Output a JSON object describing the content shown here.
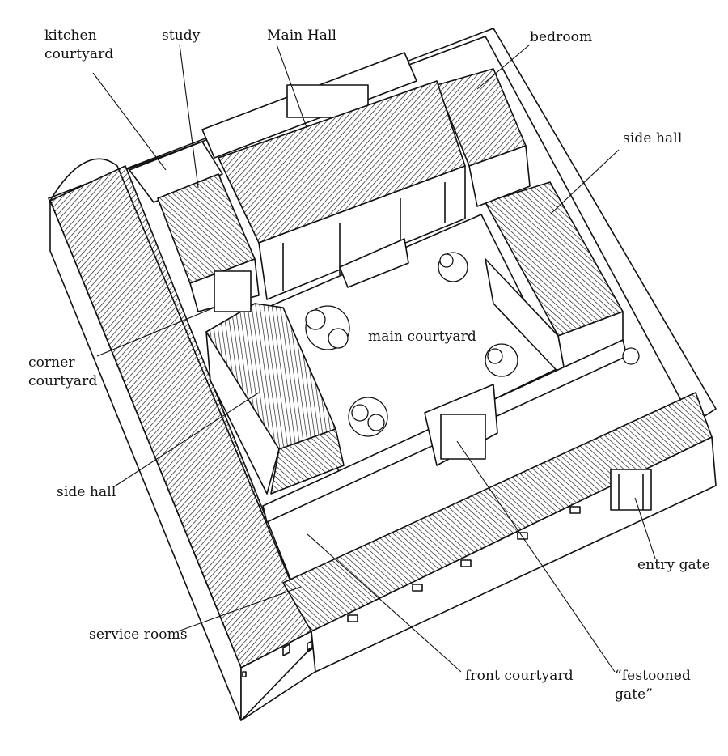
{
  "diagram": {
    "labels": {
      "kitchen_courtyard": "kitchen\ncourtyard",
      "study": "study",
      "main_hall": "Main Hall",
      "bedroom": "bedroom",
      "side_hall_right": "side hall",
      "corner_courtyard": "corner\ncourtyard",
      "main_courtyard": "main courtyard",
      "side_hall_left": "side hall",
      "entry_gate": "entry gate",
      "service_rooms": "service rooms",
      "front_courtyard": "front courtyard",
      "festooned_gate": "“festooned gate”"
    },
    "colors": {
      "ink": "#111111",
      "paper": "#ffffff"
    }
  }
}
